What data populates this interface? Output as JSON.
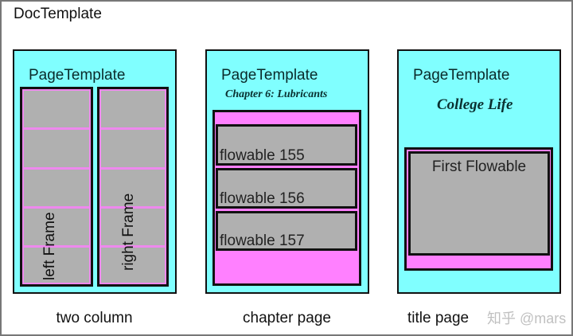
{
  "doc_title": "DocTemplate",
  "templates": [
    {
      "label": "PageTemplate",
      "caption": "two column",
      "frames": [
        "left Frame",
        "right Frame"
      ]
    },
    {
      "label": "PageTemplate",
      "caption": "chapter page",
      "heading": "Chapter 6: Lubricants",
      "flowables": [
        "flowable 155",
        "flowable 156",
        "flowable 157"
      ]
    },
    {
      "label": "PageTemplate",
      "caption": "title page",
      "heading": "College Life",
      "flowable": "First Flowable"
    }
  ],
  "watermark": "知乎 @mars",
  "colors": {
    "page": "#80ffff",
    "frame": "#ff80ff",
    "flowable": "#b0b0b0"
  }
}
